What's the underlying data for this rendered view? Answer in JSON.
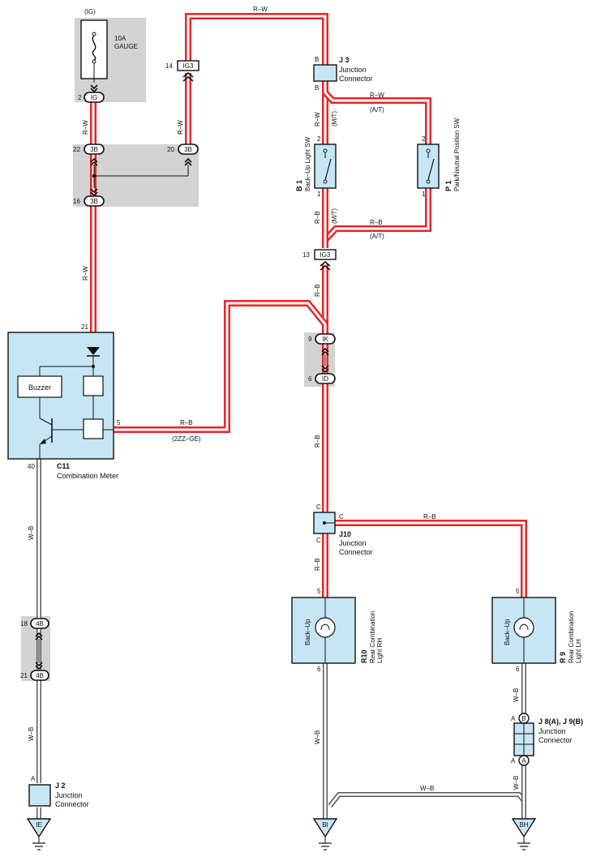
{
  "wire_colors": {
    "rw": "R–W",
    "rb": "R–B",
    "wb": "W–B"
  },
  "colors": {
    "energized_wire": "#e8252a",
    "ground_wire": "#555555",
    "component_fill": "#c7e6f5",
    "shaded_block": "#d3d3d3"
  },
  "fuse": {
    "source": "(IG)",
    "rating": "10A",
    "name": "GAUGE"
  },
  "connectors": {
    "ig_top": {
      "pin": "2",
      "code": "IG"
    },
    "b3_22": {
      "pin": "22",
      "code": "3B"
    },
    "b3_20": {
      "pin": "20",
      "code": "3B"
    },
    "b3_16": {
      "pin": "16",
      "code": "3B"
    },
    "ig3_14": {
      "pin": "14",
      "code": "IG3"
    },
    "ig3_13": {
      "pin": "13",
      "code": "IG3"
    },
    "ik_9": {
      "pin": "9",
      "code": "IK"
    },
    "id_6": {
      "pin": "6",
      "code": "ID"
    },
    "b4_18": {
      "pin": "18",
      "code": "4B"
    },
    "b4_21": {
      "pin": "21",
      "code": "4B"
    }
  },
  "combination_meter": {
    "ref": "C11",
    "name": "Combination Meter",
    "buzzer": "Buzzer",
    "pin_in": "21",
    "pin_signal": "5",
    "pin_ground": "40",
    "engine_note": "(2ZZ–GE)"
  },
  "j3": {
    "ref": "J 3",
    "name1": "Junction",
    "name2": "Connector",
    "pin": "B"
  },
  "j10": {
    "ref": "J10",
    "name1": "Junction",
    "name2": "Connector",
    "pin": "C"
  },
  "j2": {
    "ref": "J 2",
    "name1": "Junction",
    "name2": "Connector",
    "pin": "A"
  },
  "j8": {
    "ref": "J 8(A), J 9(B)",
    "name1": "Junction",
    "name2": "Connector",
    "pin_b": "B",
    "pin_a": "A"
  },
  "backup_sw": {
    "ref": "B 1",
    "name": "Back–Up Light SW",
    "pin_top": "2",
    "pin_bottom": "1"
  },
  "park_sw": {
    "ref": "P 1",
    "name": "Park/Neutral Position SW",
    "pin_top": "2",
    "pin_bottom": "1"
  },
  "transmission": {
    "manual": "(M/T)",
    "auto": "(A/T)"
  },
  "rear_rh": {
    "ref": "R10",
    "name1": "Rear Combination",
    "name2": "Light RH",
    "bulb": "Back–Up",
    "pin_in": "5",
    "pin_out": "6"
  },
  "rear_lh": {
    "ref": "R 9",
    "name1": "Rear Combination",
    "name2": "Light LH",
    "bulb": "Back–Up",
    "pin_in": "5",
    "pin_out": "6"
  },
  "grounds": {
    "ie": "IE",
    "bi": "BI",
    "bh": "BH"
  }
}
